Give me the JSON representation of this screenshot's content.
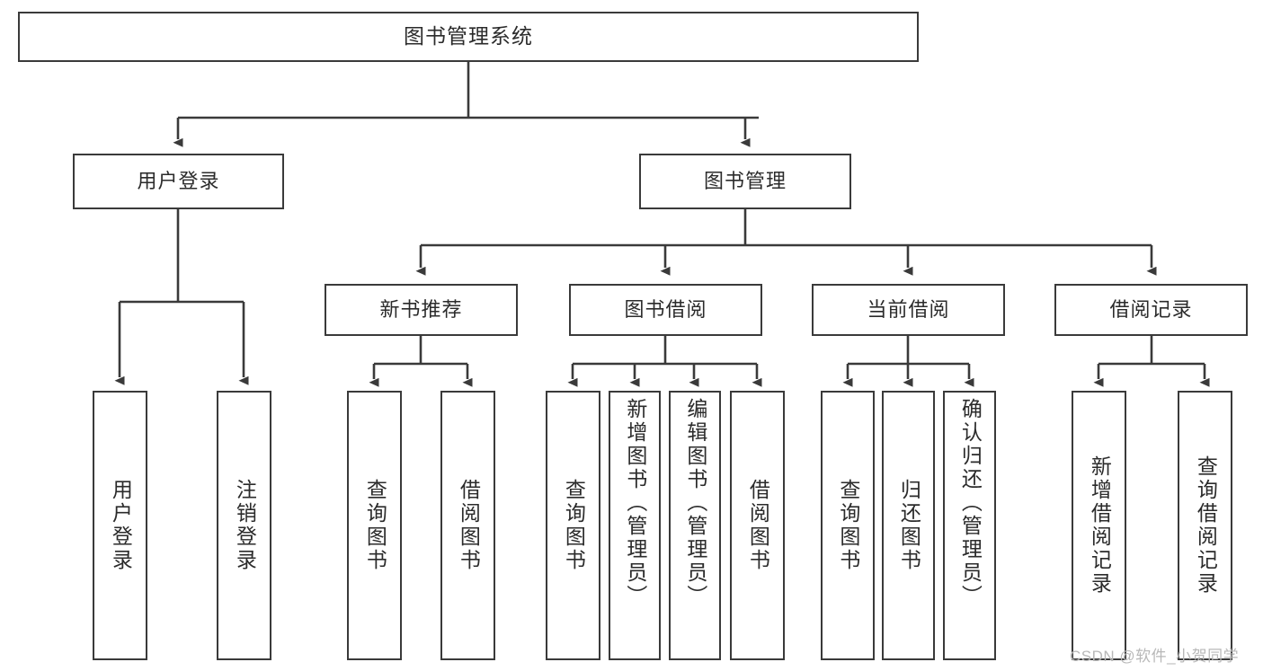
{
  "diagram": {
    "title": "图书管理系统",
    "type": "hierarchy-tree",
    "root": {
      "id": "root",
      "label": "图书管理系统"
    },
    "level1": [
      {
        "id": "user-login",
        "label": "用户登录"
      },
      {
        "id": "book-manage",
        "label": "图书管理"
      }
    ],
    "level2": [
      {
        "id": "new-book-recommend",
        "label": "新书推荐",
        "parent": "book-manage"
      },
      {
        "id": "book-borrow",
        "label": "图书借阅",
        "parent": "book-manage"
      },
      {
        "id": "current-borrow",
        "label": "当前借阅",
        "parent": "book-manage"
      },
      {
        "id": "borrow-record",
        "label": "借阅记录",
        "parent": "book-manage"
      }
    ],
    "leaves": [
      {
        "id": "leaf-user-login",
        "label": "用户登录",
        "parent": "user-login"
      },
      {
        "id": "leaf-logout-login",
        "label": "注销登录",
        "parent": "user-login"
      },
      {
        "id": "leaf-query-book-1",
        "label": "查询图书",
        "parent": "new-book-recommend"
      },
      {
        "id": "leaf-borrow-book-1",
        "label": "借阅图书",
        "parent": "new-book-recommend"
      },
      {
        "id": "leaf-query-book-2",
        "label": "查询图书",
        "parent": "book-borrow"
      },
      {
        "id": "leaf-add-book",
        "label": "新增图书（管理员）",
        "parent": "book-borrow"
      },
      {
        "id": "leaf-edit-book",
        "label": "编辑图书（管理员）",
        "parent": "book-borrow"
      },
      {
        "id": "leaf-borrow-book-2",
        "label": "借阅图书",
        "parent": "book-borrow"
      },
      {
        "id": "leaf-query-book-3",
        "label": "查询图书",
        "parent": "current-borrow"
      },
      {
        "id": "leaf-return-book",
        "label": "归还图书",
        "parent": "current-borrow"
      },
      {
        "id": "leaf-confirm-return",
        "label": "确认归还（管理员）",
        "parent": "current-borrow"
      },
      {
        "id": "leaf-add-record",
        "label": "新增借阅记录",
        "parent": "borrow-record"
      },
      {
        "id": "leaf-query-record",
        "label": "查询借阅记录",
        "parent": "borrow-record"
      }
    ],
    "watermark": "CSDN @软件_小贺同学",
    "colors": {
      "box_border": "#3a3a3a",
      "box_fill": "#ffffff",
      "text": "#2b2b2b",
      "edge": "#3a3a3a",
      "watermark": "#b8b8b8",
      "background": "#ffffff"
    }
  }
}
